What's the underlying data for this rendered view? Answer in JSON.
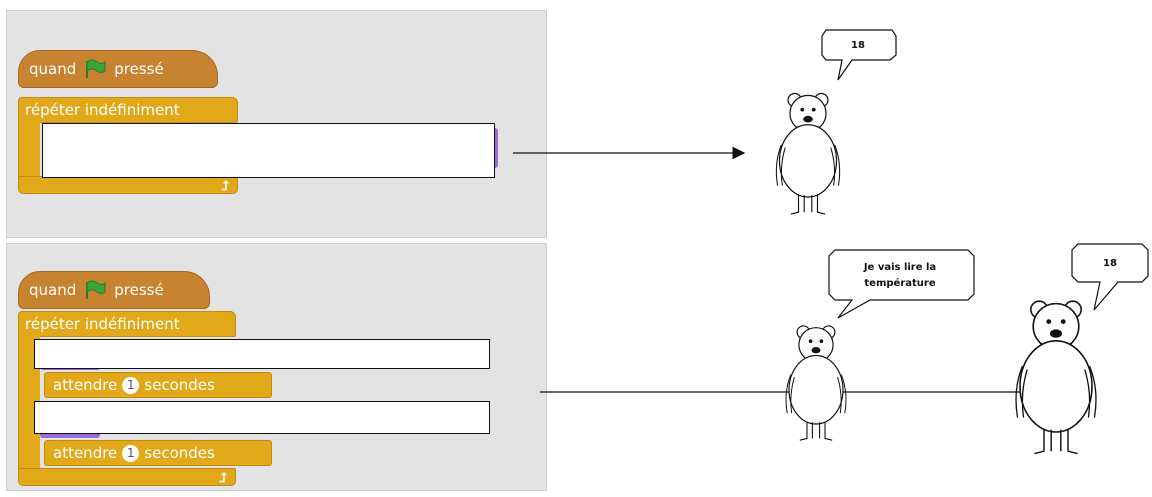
{
  "scripts": [
    {
      "hat": {
        "prefix": "quand",
        "suffix": "pressé",
        "icon": "green-flag-icon"
      },
      "loop": {
        "label": "répéter indéfiniment",
        "icon": "loop-arrow-icon"
      },
      "slots": [
        {
          "value": ""
        }
      ]
    },
    {
      "hat": {
        "prefix": "quand",
        "suffix": "pressé",
        "icon": "green-flag-icon"
      },
      "loop": {
        "label": "répéter indéfiniment",
        "icon": "loop-arrow-icon"
      },
      "slots": [
        {
          "value": ""
        },
        {
          "value": ""
        }
      ],
      "waits": [
        {
          "prefix": "attendre",
          "value": "1",
          "suffix": "secondes"
        },
        {
          "prefix": "attendre",
          "value": "1",
          "suffix": "secondes"
        }
      ]
    }
  ],
  "bubbles": {
    "top": "18",
    "bottom_left_line1": "Je vais lire la",
    "bottom_left_line2": "température",
    "bottom_right": "18"
  },
  "colors": {
    "events": "#c88330",
    "control": "#e1a91a",
    "looks": "#9a6bd6",
    "flag": "#3ca538",
    "panel": "#e3e3e3"
  }
}
